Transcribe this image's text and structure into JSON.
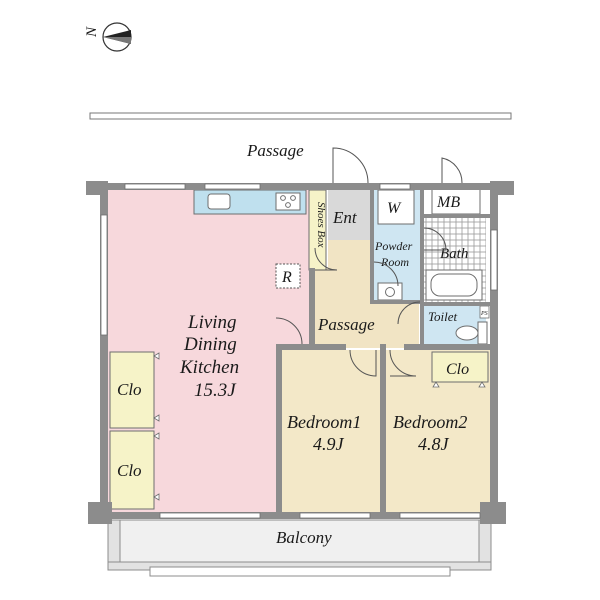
{
  "compass": {
    "letter": "N",
    "icon": "north-arrow-icon"
  },
  "labels": {
    "outside_passage": "Passage",
    "balcony": "Balcony",
    "ldk_line1": "Living",
    "ldk_line2": "Dining",
    "ldk_line3": "Kitchen",
    "ldk_size": "15.3J",
    "clo": "Clo",
    "refrigerator": "R",
    "shoes_box": "Shoes Box",
    "entrance": "Ent",
    "washer": "W",
    "powder_line1": "Powder",
    "powder_line2": "Room",
    "mb": "MB",
    "bath": "Bath",
    "toilet": "Toilet",
    "inner_passage": "Passage",
    "bedroom1": "Bedroom1",
    "bedroom1_size": "4.9J",
    "bedroom2": "Bedroom2",
    "bedroom2_size": "4.8J",
    "ps": "PS"
  },
  "colors": {
    "ldk_floor": "#f7d8dc",
    "bedroom_floor": "#f3e8c8",
    "passage_floor": "#f1e4c4",
    "closet_floor": "#f6f3c8",
    "wet_floor": "#cfe6f2",
    "entrance_floor": "#d9d9d9",
    "bath_tile": "#b8b8b8",
    "balcony_floor": "#f0f0f0",
    "kitchen_counter": "#bfe0ee",
    "wall": "#8c8c8c"
  }
}
